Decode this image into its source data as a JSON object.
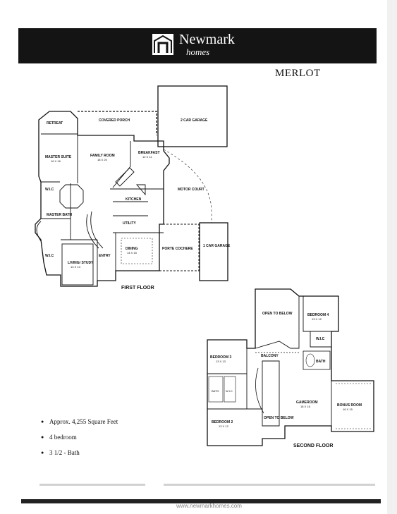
{
  "brand": {
    "name": "Newmark",
    "sub": "homes"
  },
  "plan_name": "MERLOT",
  "first_floor": {
    "title": "FIRST FLOOR",
    "rooms": {
      "retreat": "RETREAT",
      "covered_porch": "COVERED PORCH",
      "garage_2car": "2 CAR GARAGE",
      "master_suite": "MASTER SUITE",
      "master_suite_dim": "16 X 16",
      "family_room": "FAMILY ROOM",
      "family_room_dim": "18 X 20",
      "breakfast": "BREAKFAST",
      "breakfast_dim": "12 X 11",
      "wic1": "W.I.C",
      "kitchen": "KITCHEN",
      "motor_court": "MOTOR COURT",
      "master_bath": "MASTER BATH",
      "utility": "UTILITY",
      "wic2": "W.I.C",
      "dining": "DINING",
      "dining_dim": "14 X 15",
      "porte_cochere": "PORTE COCHERE",
      "garage_1car": "1 CAR GARAGE",
      "living_study": "LIVING/ STUDY",
      "living_study_dim": "13 X 13",
      "entry": "ENTRY"
    }
  },
  "second_floor": {
    "title": "SECOND FLOOR",
    "rooms": {
      "open_below1": "OPEN TO BELOW",
      "bedroom4": "BEDROOM 4",
      "bedroom4_dim": "13 X 12",
      "wic": "W.I.C",
      "bath": "BATH",
      "bedroom3": "BEDROOM 3",
      "bedroom3_dim": "13 X 13",
      "balcony": "BALCONY",
      "bath2": "BATH",
      "wic2": "W.I.C",
      "gameroom": "GAMEROOM",
      "gameroom_dim": "18 X 16",
      "bonus_room": "BONUS ROOM",
      "bonus_room_dim": "16 X 15",
      "open_below2": "OPEN TO BELOW",
      "bedroom2": "BEDROOM 2",
      "bedroom2_dim": "13 X 12"
    }
  },
  "features": [
    "Approx. 4,255 Square Feet",
    "4 bedroom",
    "3 1/2 - Bath"
  ],
  "footer": {
    "url": "www.newmarkhomes.com"
  }
}
